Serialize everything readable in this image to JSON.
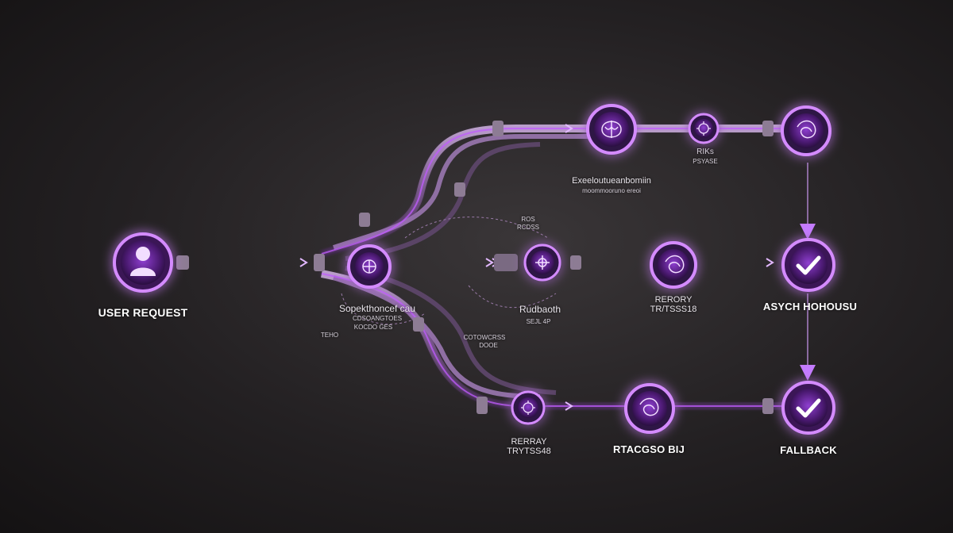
{
  "colors": {
    "background": "#1e1b1d",
    "glow": "#c15cff",
    "node_core": "#6a2a9a",
    "pipe": "#7b5a8c",
    "check": "#ffffff"
  },
  "labels": {
    "user_request": "USER REQUEST",
    "top_stage_line1": "Exeeloutueanbomiin",
    "top_stage_line2": "moommooruno ereoi",
    "top_mid_line1": "RIKs",
    "top_mid_line2": "PSYASE",
    "router_line1": "Sopekthoncef cau",
    "router_tiny1": "CDSOANGTOES",
    "router_tiny2": "KOCDO GES",
    "router_tiny3": "TEHO",
    "center_tag_line1": "Rudbaoth",
    "center_tag_line2": "SEJL 4P",
    "upper_tag_line1": "ROS",
    "upper_tag_line2": "RCDSS",
    "mid_right_line1": "RERORY",
    "mid_right_line2": "TR/TSSS18",
    "async": "ASYCH HOHOUSU",
    "lower_left_line1": "RERRAY",
    "lower_left_line2": "TRYTSS48",
    "lower_mid": "RTACGSO BIJ",
    "lower_side_line1": "COTOWCRSS",
    "lower_side_line2": "DOOE",
    "fallback": "FALLBACK"
  },
  "nodes": [
    {
      "id": "user-request",
      "icon": "user-icon"
    },
    {
      "id": "router-hub",
      "icon": "hub-icon"
    },
    {
      "id": "top-primary",
      "icon": "brain-icon"
    },
    {
      "id": "top-secondary",
      "icon": "gear-icon"
    },
    {
      "id": "top-terminal",
      "icon": "knot-icon"
    },
    {
      "id": "center-valve",
      "icon": "valve-icon"
    },
    {
      "id": "mid-retry",
      "icon": "knot-icon"
    },
    {
      "id": "async-check",
      "icon": "check-icon"
    },
    {
      "id": "lower-retry",
      "icon": "gear-icon"
    },
    {
      "id": "lower-primary",
      "icon": "knot-icon"
    },
    {
      "id": "fallback-check",
      "icon": "check-icon"
    }
  ]
}
